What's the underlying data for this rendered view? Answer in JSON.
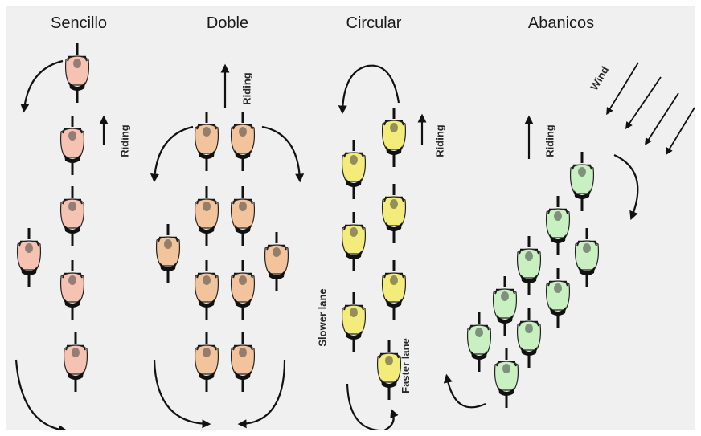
{
  "columns": [
    {
      "title": "Sencillo",
      "id": "single",
      "color": "#f6c3b3"
    },
    {
      "title": "Doble",
      "id": "double",
      "color": "#f3c39c"
    },
    {
      "title": "Circular",
      "id": "circular",
      "color": "#f4ec7a"
    },
    {
      "title": "Abanicos",
      "id": "echelon",
      "color": "#c8f0c0"
    }
  ],
  "labels": {
    "riding": "Riding",
    "wind": "Wind",
    "slower_lane": "Slower lane",
    "faster_lane": "Faster lane"
  },
  "icons": {
    "rider": "cyclist-top-view-icon",
    "direction": "arrow-icon"
  }
}
